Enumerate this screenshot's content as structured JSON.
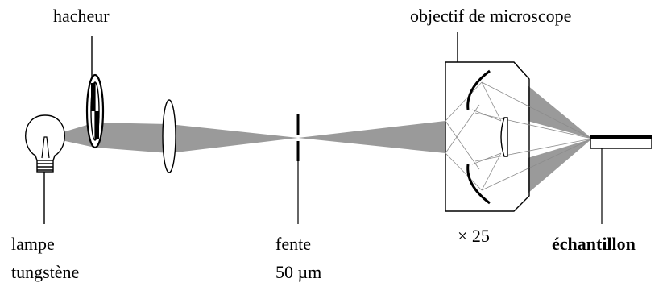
{
  "labels": {
    "chopper": "hacheur",
    "objective": "objectif de microscope",
    "lamp_line1": "lampe",
    "lamp_line2": "tungstène",
    "slit_line1": "fente",
    "slit_line2": "50 µm",
    "magnification": "× 25",
    "sample": "échantillon"
  },
  "colors": {
    "beam": "#9a9a9a",
    "stroke": "#000000",
    "ray": "#8c8c8c"
  }
}
